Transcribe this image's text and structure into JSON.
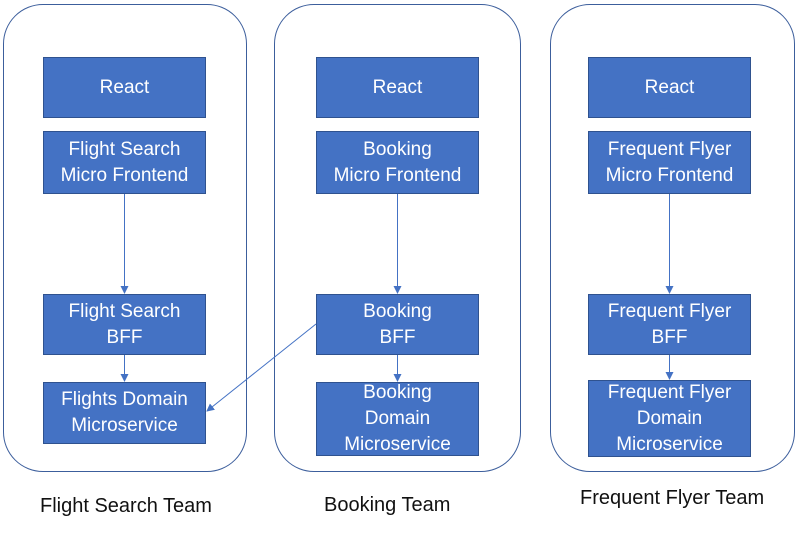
{
  "colors": {
    "box_fill": "#4472c4",
    "box_border": "#2f528f",
    "lane_border": "#3c5e9c",
    "arrow": "#4472c4"
  },
  "lanes": [
    {
      "team": "Flight Search Team",
      "boxes": {
        "react": [
          "React"
        ],
        "frontend": [
          "Flight Search",
          "Micro Frontend"
        ],
        "bff": [
          "Flight Search",
          "BFF"
        ],
        "domain": [
          "Flights Domain",
          "Microservice"
        ]
      }
    },
    {
      "team": "Booking Team",
      "boxes": {
        "react": [
          "React"
        ],
        "frontend": [
          "Booking",
          "Micro Frontend"
        ],
        "bff": [
          "Booking",
          "BFF"
        ],
        "domain": [
          "Booking",
          "Domain",
          "Microservice"
        ]
      }
    },
    {
      "team": "Frequent Flyer Team",
      "boxes": {
        "react": [
          "React"
        ],
        "frontend": [
          "Frequent Flyer",
          "Micro Frontend"
        ],
        "bff": [
          "Frequent Flyer",
          "BFF"
        ],
        "domain": [
          "Frequent Flyer",
          "Domain",
          "Microservice"
        ]
      }
    }
  ]
}
